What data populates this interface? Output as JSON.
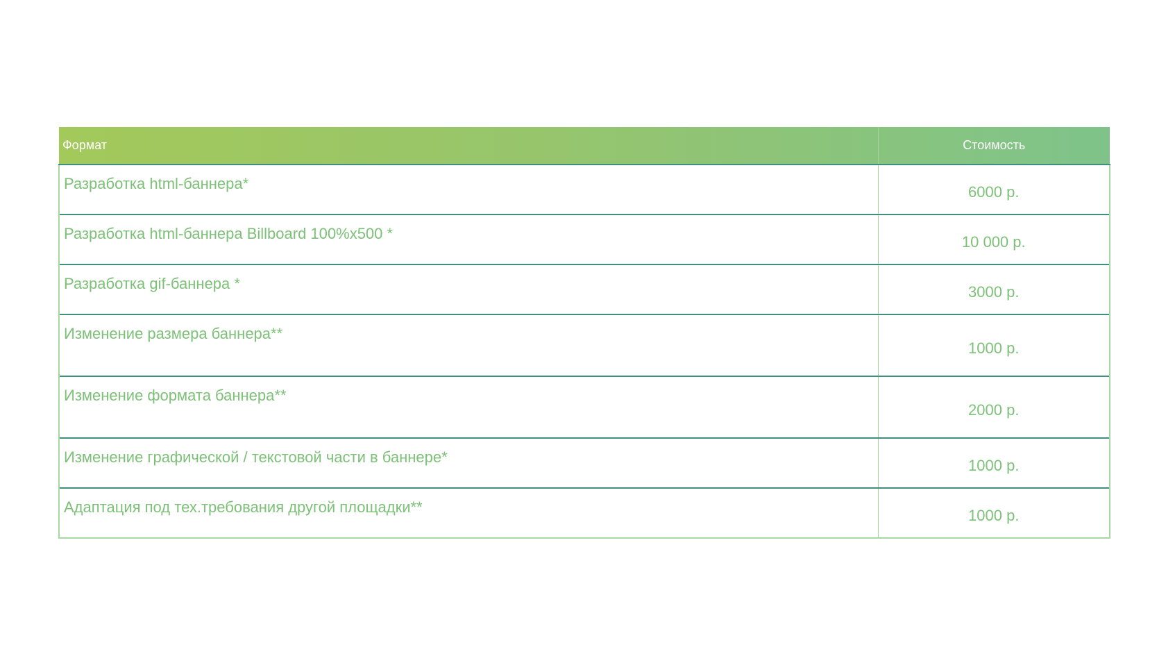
{
  "table": {
    "headers": {
      "format": "Формат",
      "cost": "Стоимость"
    },
    "rows": [
      {
        "format": "Разработка html-баннера*",
        "cost": "6000 р."
      },
      {
        "format": "Разработка html-баннера Billboard 100%x500 *",
        "cost": "10 000 р."
      },
      {
        "format": "Разработка gif-баннера *",
        "cost": "3000 р."
      },
      {
        "format": "Изменение размера баннера**",
        "cost": "1000 р."
      },
      {
        "format": "Изменение формата баннера**",
        "cost": "2000 р."
      },
      {
        "format": "Изменение графической / текстовой части в баннере*",
        "cost": "1000 р."
      },
      {
        "format": "Адаптация под тех.требования другой площадки**",
        "cost": "1000 р."
      }
    ]
  },
  "colors": {
    "header_gradient_start": "#a3c95a",
    "header_gradient_end": "#7fc38a",
    "text_green": "#7cc177",
    "row_divider": "#3f8f7e",
    "border_light": "#a7d7a2"
  }
}
